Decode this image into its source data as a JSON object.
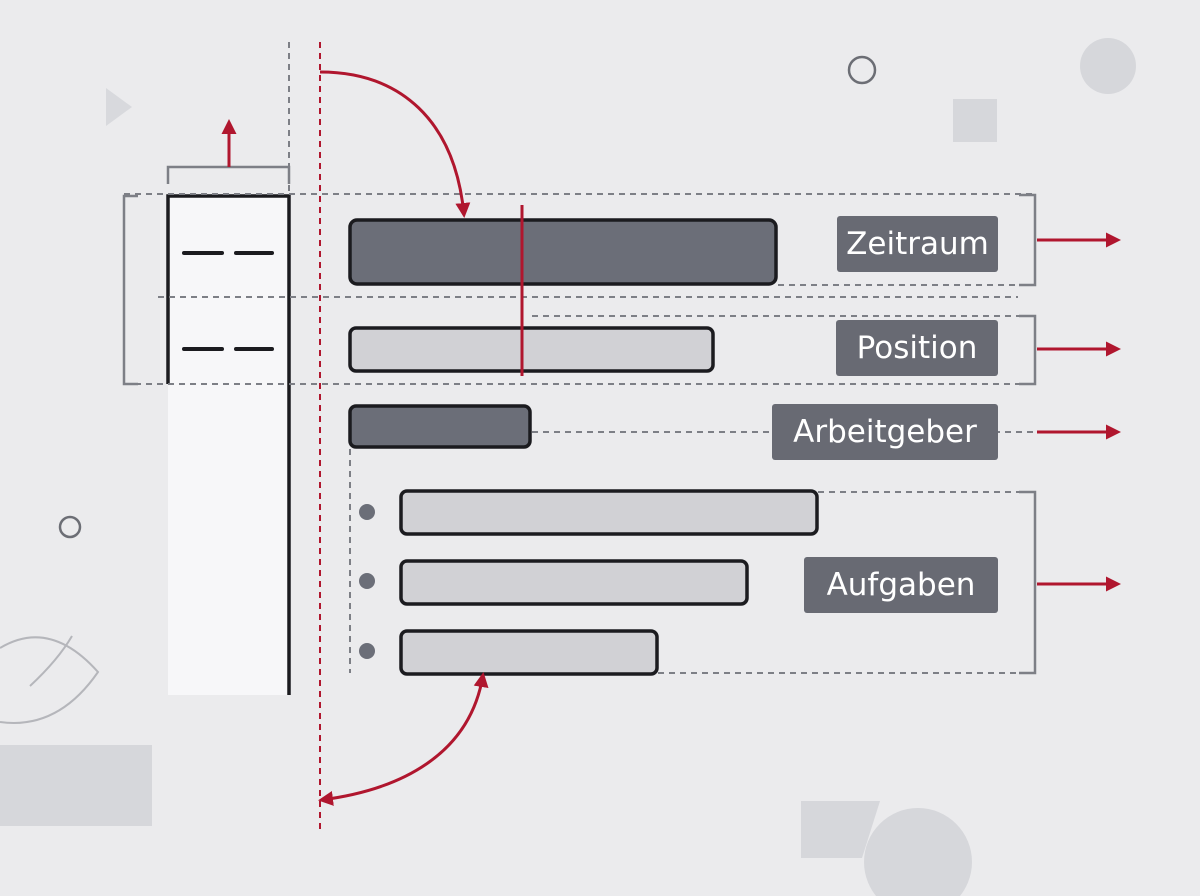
{
  "labels": {
    "period": "Zeitraum",
    "position": "Position",
    "employer": "Arbeitgeber",
    "tasks": "Aufgaben"
  },
  "colors": {
    "background": "#ebebed",
    "accent_red": "#b0162e",
    "bar_dark": "#6b6e78",
    "bar_light": "#d1d1d5",
    "label_bg": "#686a73",
    "outline": "#1b1b1f",
    "guide_gray": "#7d7f86",
    "decor_gray": "#d3d4d8"
  },
  "icons": {
    "arrow": "right-arrow",
    "bullet": "dot-bullet"
  }
}
